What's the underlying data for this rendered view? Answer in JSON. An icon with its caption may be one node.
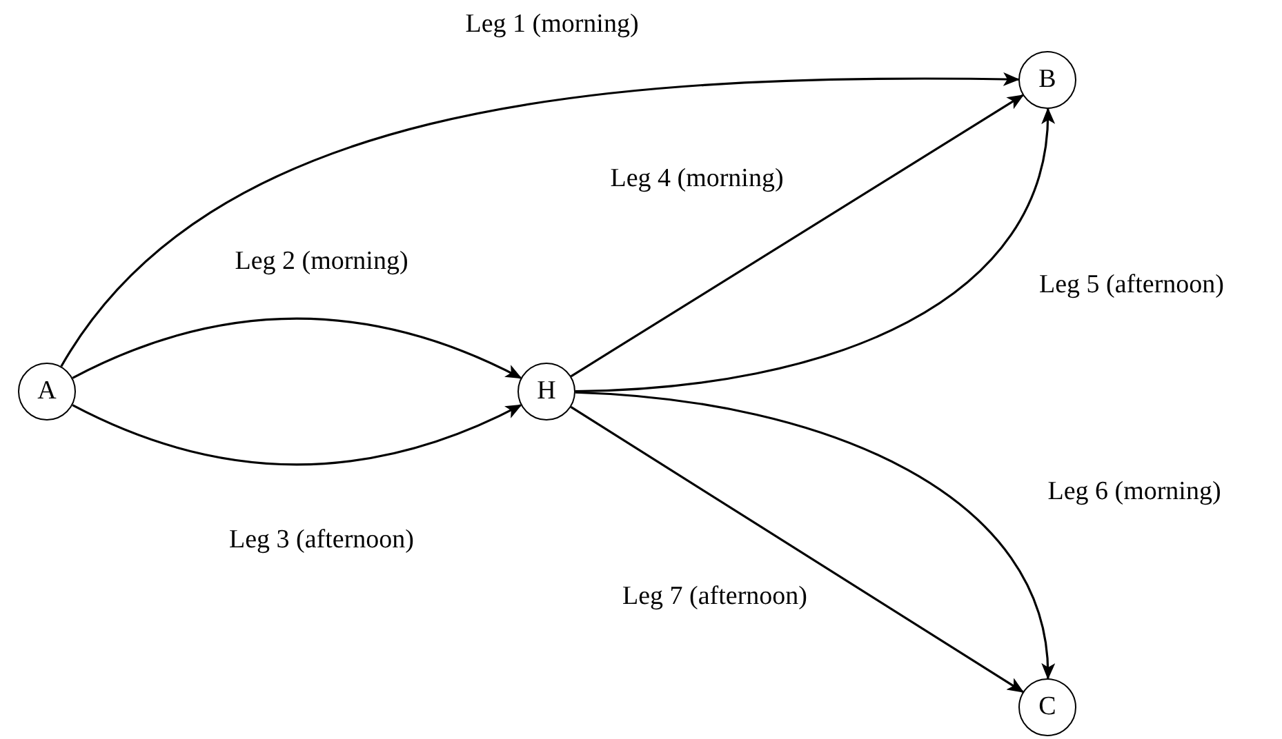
{
  "diagram": {
    "nodes": [
      {
        "text": [
          "A"
        ]
      },
      {
        "text": [
          "H"
        ]
      },
      {
        "text": [
          "B"
        ]
      },
      {
        "text": [
          "C"
        ]
      }
    ],
    "edges": [
      {
        "from": 0,
        "to": 2,
        "arrow": "to",
        "label": "Leg 1 (morning)"
      },
      {
        "from": 0,
        "to": 1,
        "arrow": "to",
        "label": "Leg 2 (morning)"
      },
      {
        "from": 0,
        "to": 1,
        "arrow": "to",
        "label": "Leg 3 (afternoon)"
      },
      {
        "from": 1,
        "to": 2,
        "arrow": "to",
        "label": "Leg 4 (morning)"
      },
      {
        "from": 1,
        "to": 2,
        "arrow": "to",
        "label": "Leg 5 (afternoon)"
      },
      {
        "from": 1,
        "to": 3,
        "arrow": "to",
        "label": "Leg 6 (morning)"
      },
      {
        "from": 1,
        "to": 3,
        "arrow": "to",
        "label": "Leg 7 (afternoon)"
      }
    ]
  }
}
